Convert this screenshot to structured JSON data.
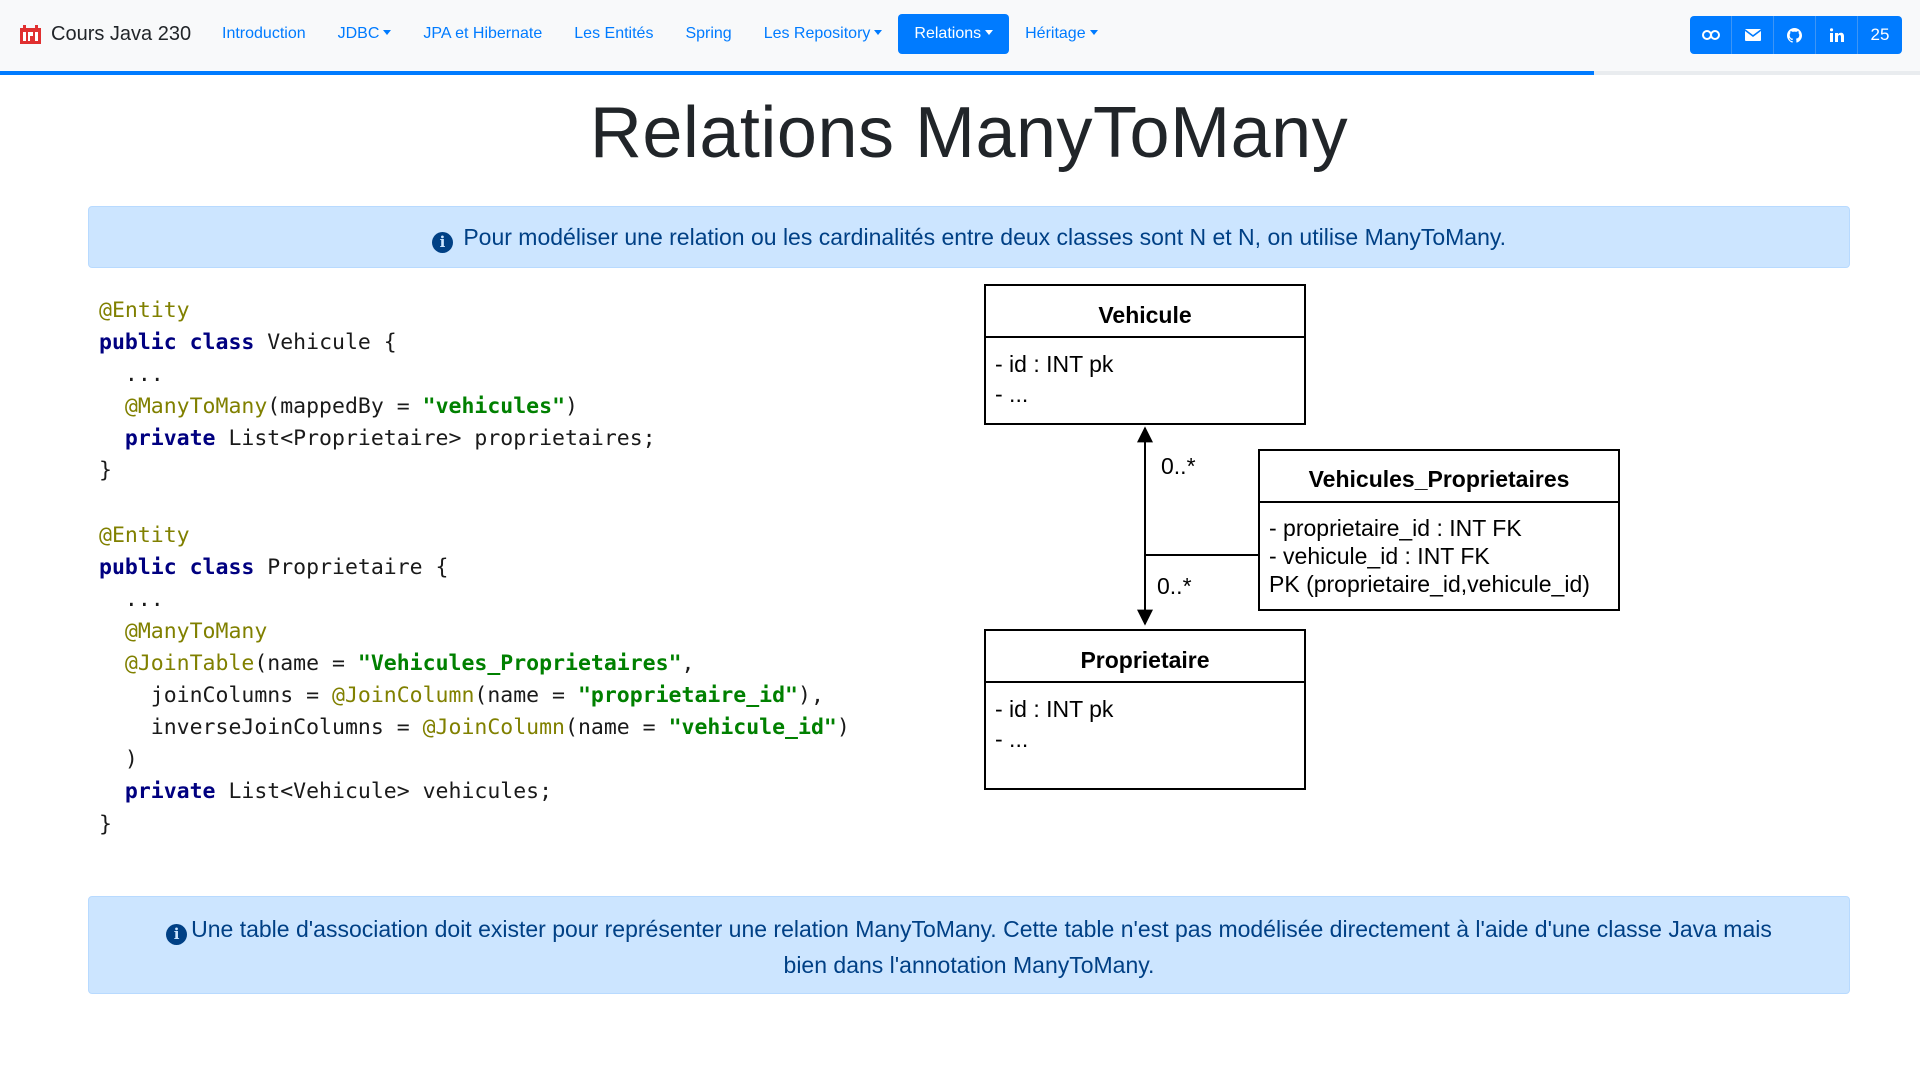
{
  "navbar": {
    "brand": "Cours Java 230",
    "links": [
      {
        "label": "Introduction",
        "dropdown": false,
        "active": false
      },
      {
        "label": "JDBC",
        "dropdown": true,
        "active": false
      },
      {
        "label": "JPA et Hibernate",
        "dropdown": false,
        "active": false
      },
      {
        "label": "Les Entités",
        "dropdown": false,
        "active": false
      },
      {
        "label": "Spring",
        "dropdown": false,
        "active": false
      },
      {
        "label": "Les Repository",
        "dropdown": true,
        "active": false
      },
      {
        "label": "Relations",
        "dropdown": true,
        "active": true
      },
      {
        "label": "Héritage",
        "dropdown": true,
        "active": false
      }
    ],
    "social": {
      "icons": [
        "link-icon",
        "mail-icon",
        "github-icon",
        "linkedin-icon"
      ],
      "count": "25"
    },
    "progress_percent": 83,
    "accent_color": "#007bff"
  },
  "title": "Relations ManyToMany",
  "alert_top": "Pour modéliser une relation ou les cardinalités entre deux classes sont N et N, on utilise ManyToMany.",
  "alert_bottom_line1": "Une table d'association doit exister pour représenter une relation ManyToMany. Cette table n'est pas modélisée directement à l'aide d'une classe Java mais",
  "alert_bottom_line2": "bien dans l'annotation ManyToMany.",
  "code": {
    "l1": "@Entity",
    "l2_kw": "public class",
    "l2_name": " Vehicule {",
    "l3": "  ...",
    "l4_an": "@ManyToMany",
    "l4_rest": "(mappedBy = ",
    "l4_str": "\"vehicules\"",
    "l4_end": ")",
    "l5_kw": "private",
    "l5_rest": " List<Proprietaire> proprietaires;",
    "l6": "}",
    "l8": "@Entity",
    "l9_kw": "public class",
    "l9_name": " Proprietaire {",
    "l10": "  ...",
    "l11": "@ManyToMany",
    "l12_an": "@JoinTable",
    "l12_rest": "(name = ",
    "l12_str": "\"Vehicules_Proprietaires\"",
    "l12_end": ",",
    "l13_pre": "    joinColumns = ",
    "l13_an": "@JoinColumn",
    "l13_rest": "(name = ",
    "l13_str": "\"proprietaire_id\"",
    "l13_end": "),",
    "l14_pre": "    inverseJoinColumns = ",
    "l14_an": "@JoinColumn",
    "l14_rest": "(name = ",
    "l14_str": "\"vehicule_id\"",
    "l14_end": ")",
    "l15": "  )",
    "l16_kw": "private",
    "l16_rest": " List<Vehicule> vehicules;",
    "l17": "}"
  },
  "uml": {
    "vehicule": {
      "name": "Vehicule",
      "attr1": "- id : INT pk",
      "attr2": "- ..."
    },
    "proprietaire": {
      "name": "Proprietaire",
      "attr1": "- id : INT pk",
      "attr2": "- ..."
    },
    "join": {
      "name": "Vehicules_Proprietaires",
      "attr1": "- proprietaire_id : INT FK",
      "attr2": "- vehicule_id : INT FK",
      "attr3": "PK (proprietaire_id,vehicule_id)"
    },
    "mult_top": "0..*",
    "mult_bottom": "0..*"
  }
}
